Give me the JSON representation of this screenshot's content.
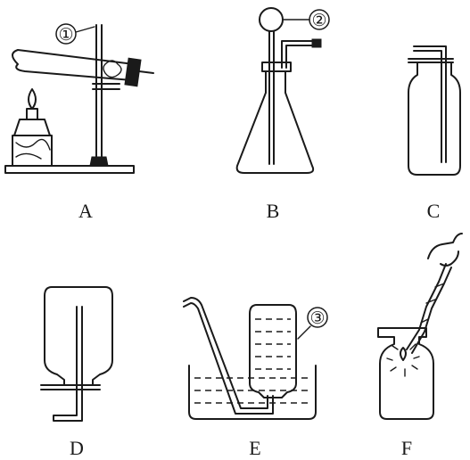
{
  "labels": {
    "a": "A",
    "b": "B",
    "c": "C",
    "d": "D",
    "e": "E",
    "f": "F"
  },
  "callouts": {
    "one": "①",
    "two": "②",
    "three": "③"
  }
}
